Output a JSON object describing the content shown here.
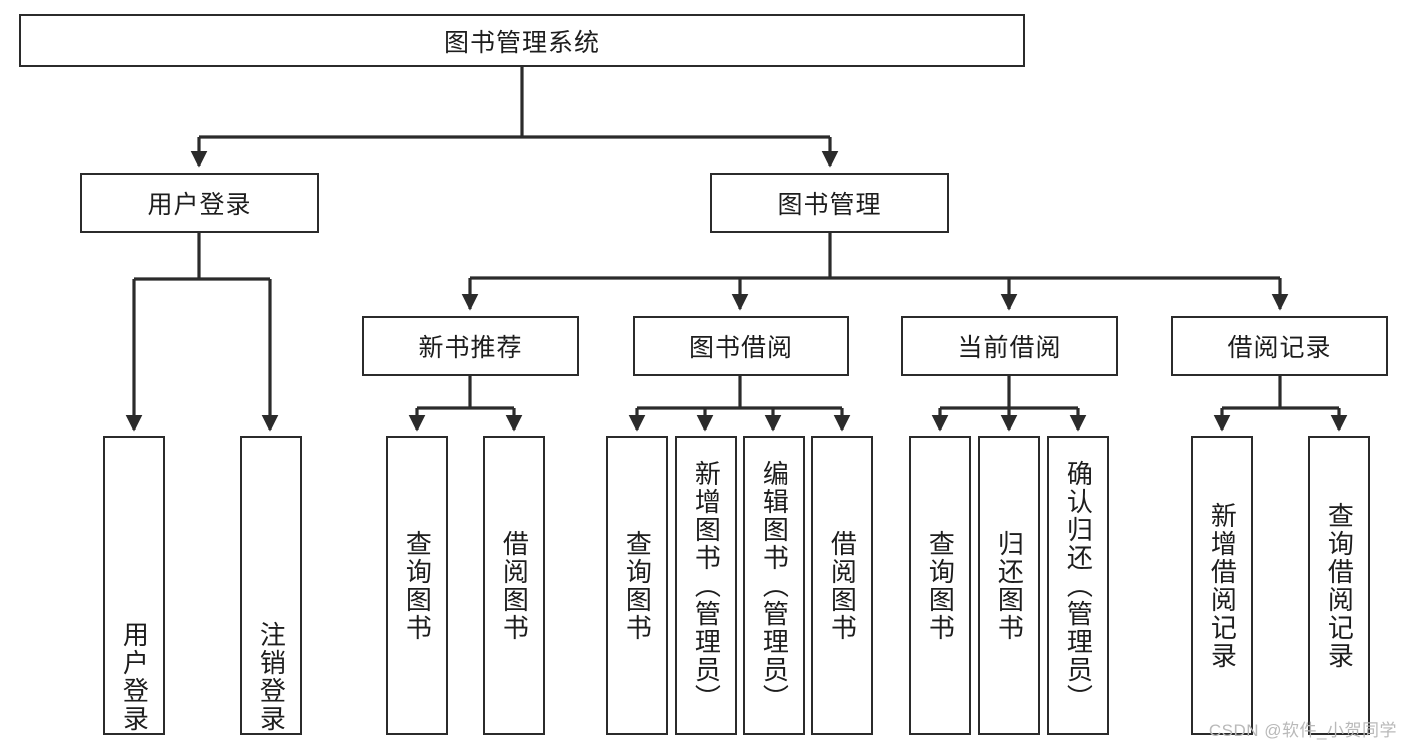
{
  "diagram": {
    "title": "图书管理系统",
    "type": "tree",
    "watermark": "CSDN @软件_小贺同学",
    "colors": {
      "border": "#2b2b2b",
      "text": "#1d1d1d",
      "background": "#ffffff",
      "watermark": "#b9b9b9"
    },
    "levels": {
      "root": {
        "label": "图书管理系统"
      },
      "level2": [
        {
          "label": "用户登录"
        },
        {
          "label": "图书管理"
        }
      ],
      "level3": [
        {
          "label": "新书推荐"
        },
        {
          "label": "图书借阅"
        },
        {
          "label": "当前借阅"
        },
        {
          "label": "借阅记录"
        }
      ],
      "leaves": [
        {
          "label": "用户登录",
          "parent": "用户登录"
        },
        {
          "label": "注销登录",
          "parent": "用户登录"
        },
        {
          "label": "查询图书",
          "parent": "新书推荐"
        },
        {
          "label": "借阅图书",
          "parent": "新书推荐"
        },
        {
          "label": "查询图书",
          "parent": "图书借阅"
        },
        {
          "label": "新增图书（管理员）",
          "parent": "图书借阅"
        },
        {
          "label": "编辑图书（管理员）",
          "parent": "图书借阅"
        },
        {
          "label": "借阅图书",
          "parent": "图书借阅"
        },
        {
          "label": "查询图书",
          "parent": "当前借阅"
        },
        {
          "label": "归还图书",
          "parent": "当前借阅"
        },
        {
          "label": "确认归还（管理员）",
          "parent": "当前借阅"
        },
        {
          "label": "新增借阅记录",
          "parent": "借阅记录"
        },
        {
          "label": "查询借阅记录",
          "parent": "借阅记录"
        }
      ]
    }
  }
}
